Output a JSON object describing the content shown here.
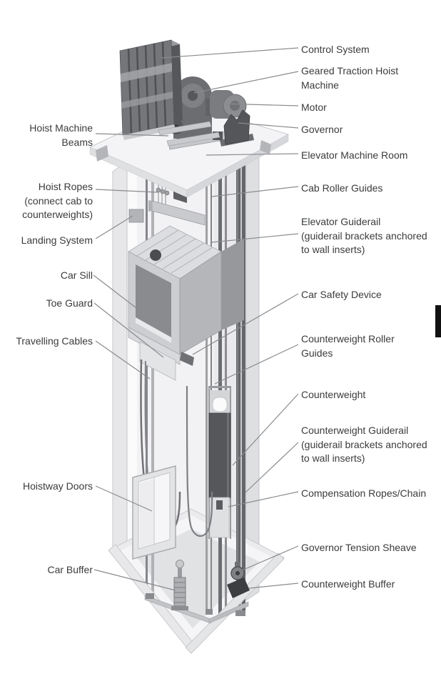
{
  "diagram": {
    "name": "Elevator hoistway cutaway diagram",
    "colors": {
      "text": "#3a3b3d",
      "leader_line": "#8a8b8e",
      "dark_metal": "#55575b",
      "mid_metal": "#9a9b9e",
      "light_wall": "#ececee",
      "edge_marker": "#111111"
    },
    "labels": {
      "left": [
        {
          "id": "hoist-machine-beams",
          "lines": [
            "Hoist Machine",
            "Beams"
          ]
        },
        {
          "id": "hoist-ropes",
          "lines": [
            "Hoist Ropes",
            "(connect cab to",
            "counterweights)"
          ]
        },
        {
          "id": "landing-system",
          "lines": [
            "Landing System"
          ]
        },
        {
          "id": "car-sill",
          "lines": [
            "Car Sill"
          ]
        },
        {
          "id": "toe-guard",
          "lines": [
            "Toe Guard"
          ]
        },
        {
          "id": "travelling-cables",
          "lines": [
            "Travelling Cables"
          ]
        },
        {
          "id": "hoistway-doors",
          "lines": [
            "Hoistway Doors"
          ]
        },
        {
          "id": "car-buffer",
          "lines": [
            "Car Buffer"
          ]
        }
      ],
      "right": [
        {
          "id": "control-system",
          "lines": [
            "Control System"
          ]
        },
        {
          "id": "geared-traction-hoist-machine",
          "lines": [
            "Geared Traction Hoist",
            "Machine"
          ]
        },
        {
          "id": "motor",
          "lines": [
            "Motor"
          ]
        },
        {
          "id": "governor",
          "lines": [
            "Governor"
          ]
        },
        {
          "id": "elevator-machine-room",
          "lines": [
            "Elevator Machine Room"
          ]
        },
        {
          "id": "cab-roller-guides",
          "lines": [
            "Cab Roller Guides"
          ]
        },
        {
          "id": "elevator-guiderail",
          "lines": [
            "Elevator Guiderail",
            "(guiderail brackets anchored",
            "to wall inserts)"
          ]
        },
        {
          "id": "car-safety-device",
          "lines": [
            "Car Safety Device"
          ]
        },
        {
          "id": "counterweight-roller-guides",
          "lines": [
            "Counterweight Roller",
            "Guides"
          ]
        },
        {
          "id": "counterweight",
          "lines": [
            "Counterweight"
          ]
        },
        {
          "id": "counterweight-guiderail",
          "lines": [
            "Counterweight Guiderail",
            "(guiderail brackets anchored",
            "to wall inserts)"
          ]
        },
        {
          "id": "compensation-ropes-chain",
          "lines": [
            "Compensation Ropes/Chain"
          ]
        },
        {
          "id": "governor-tension-sheave",
          "lines": [
            "Governor Tension Sheave"
          ]
        },
        {
          "id": "counterweight-buffer",
          "lines": [
            "Counterweight Buffer"
          ]
        }
      ]
    }
  }
}
